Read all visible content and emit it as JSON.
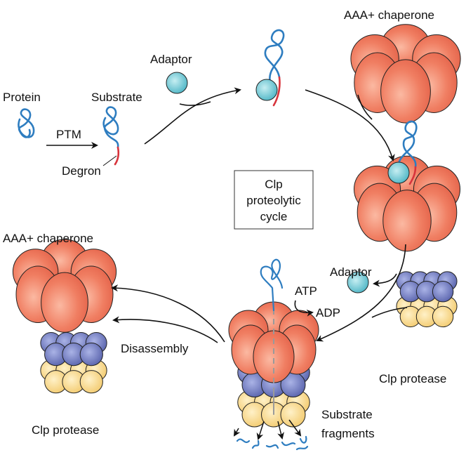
{
  "labels": {
    "protein": "Protein",
    "ptm": "PTM",
    "substrate": "Substrate",
    "degron": "Degron",
    "adaptor_top": "Adaptor",
    "chaperone_top": "AAA+ chaperone",
    "cycle_line1": "Clp",
    "cycle_line2": "proteolytic",
    "cycle_line3": "cycle",
    "adaptor_right": "Adaptor",
    "protease_right": "Clp protease",
    "atp": "ATP",
    "adp": "ADP",
    "fragments_line1": "Substrate",
    "fragments_line2": "fragments",
    "chaperone_left": "AAA+ chaperone",
    "disassembly": "Disassembly",
    "protease_left": "Clp protease"
  },
  "colors": {
    "chaperone": "#ef7a5f",
    "protease_top": "#6e78c0",
    "protease_bottom": "#f9d98a",
    "adaptor": "#6cc6d3",
    "substrate": "#2e7dc0",
    "degron": "#d8343c"
  }
}
